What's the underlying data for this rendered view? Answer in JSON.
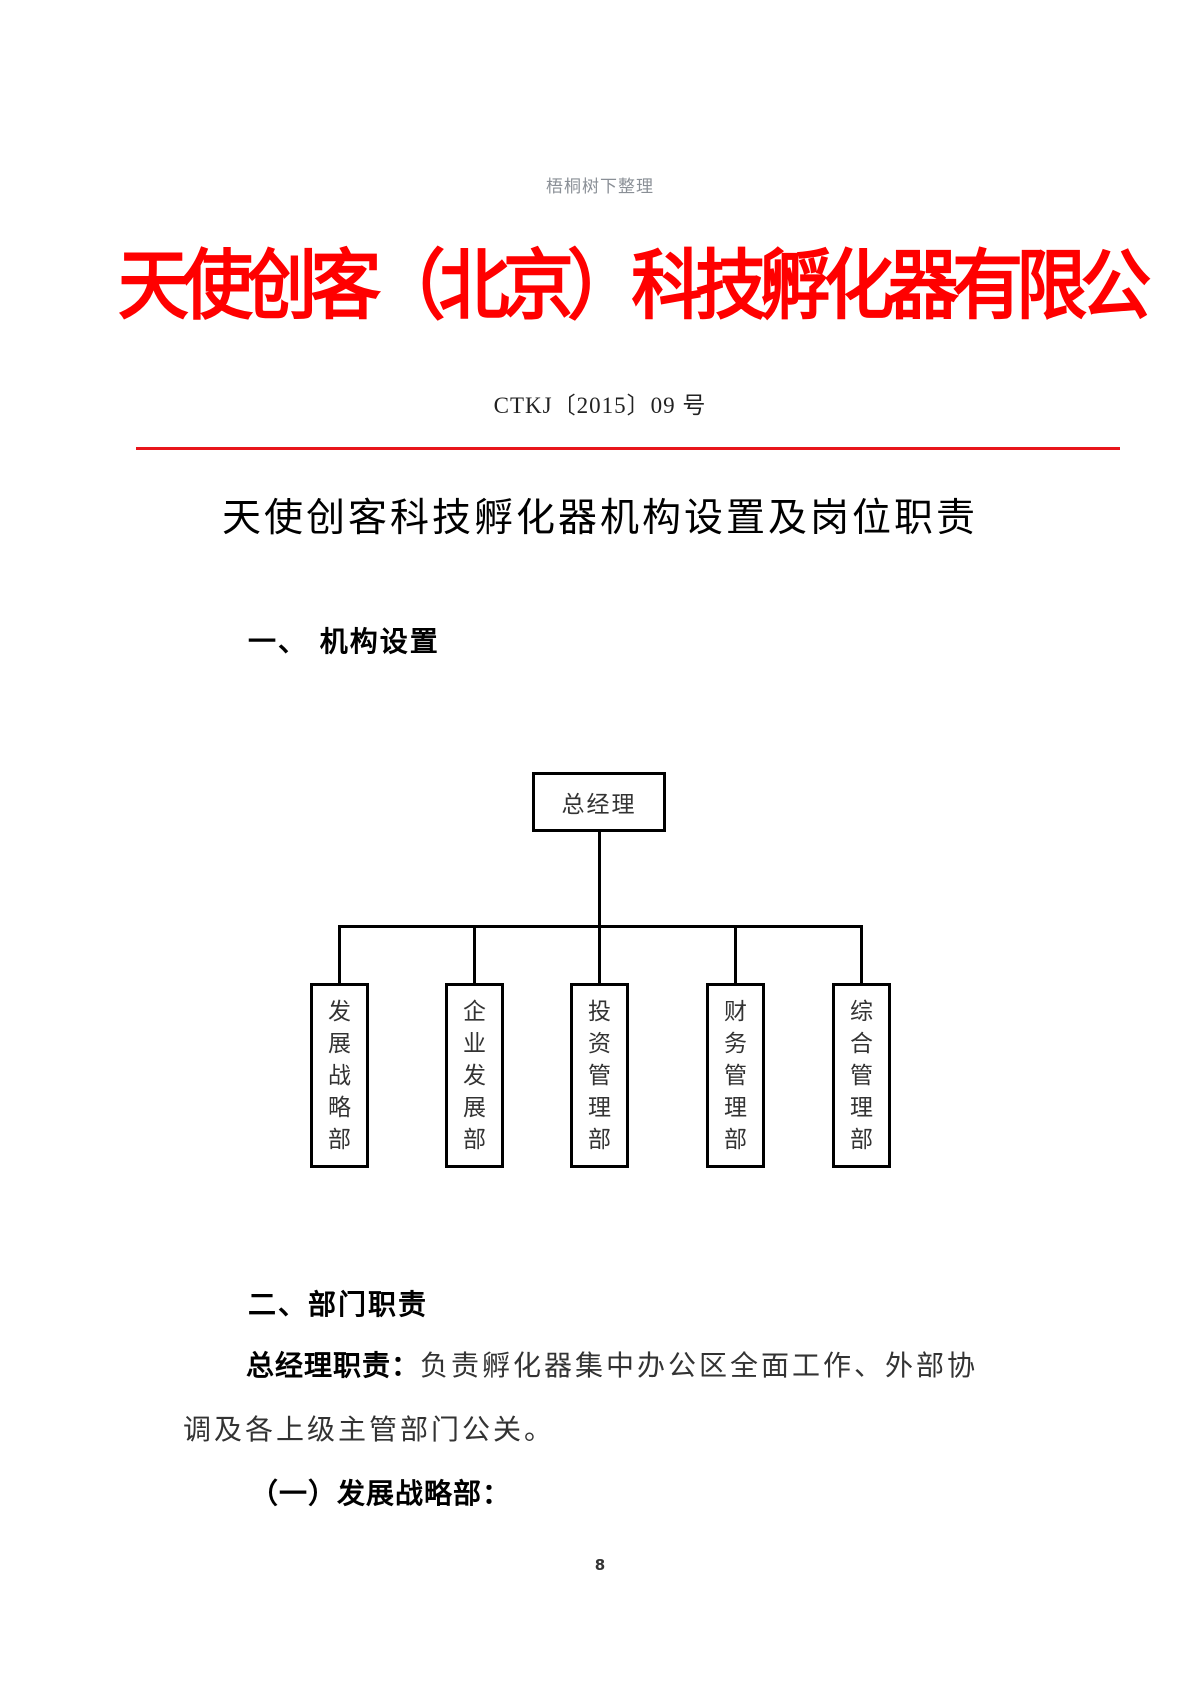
{
  "watermark": "梧桐树下整理",
  "header": {
    "company_name": "天使创客（北京）科技孵化器有限公",
    "doc_number": "CTKJ〔2015〕09 号",
    "rule_color": "#e8151b",
    "company_color": "#ff0000"
  },
  "title": "天使创客科技孵化器机构设置及岗位职责",
  "sections": {
    "org_setup": {
      "heading": "一、 机构设置"
    },
    "dept_duties": {
      "heading": "二、部门职责"
    }
  },
  "org_chart": {
    "root": "总经理",
    "departments": [
      {
        "name": "发展战略部",
        "chars": [
          "发",
          "展",
          "战",
          "略",
          "部"
        ]
      },
      {
        "name": "企业发展部",
        "chars": [
          "企",
          "业",
          "发",
          "展",
          "部"
        ]
      },
      {
        "name": "投资管理部",
        "chars": [
          "投",
          "资",
          "管",
          "理",
          "部"
        ]
      },
      {
        "name": "财务管理部",
        "chars": [
          "财",
          "务",
          "管",
          "理",
          "部"
        ]
      },
      {
        "name": "综合管理部",
        "chars": [
          "综",
          "合",
          "管",
          "理",
          "部"
        ]
      }
    ]
  },
  "body": {
    "gm_duty_lead": "总经理职责：",
    "gm_duty_text_line1": "负责孵化器集中办公区全面工作、外部协",
    "gm_duty_text_line2": "调及各上级主管部门公关。",
    "subsection_1": "（一）发展战略部："
  },
  "page_number": "8"
}
